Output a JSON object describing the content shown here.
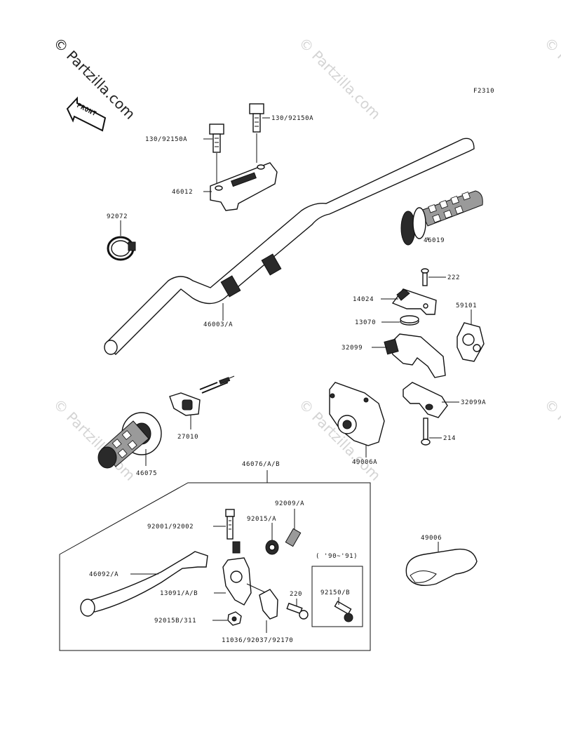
{
  "figure_code": "F2310",
  "watermark_text": "© Partzilla.com",
  "front_arrow_label": "FRONT",
  "labels": {
    "p130_left": "130/92150A",
    "p130_right": "130/92150A",
    "p46012": "46012",
    "p92072": "92072",
    "p46003": "46003/A",
    "p46019": "46019",
    "p222": "222",
    "p14024": "14024",
    "p59101": "59101",
    "p13070": "13070",
    "p32099": "32099",
    "p32099a": "32099A",
    "p214": "214",
    "p49006a": "49006A",
    "p27010": "27010",
    "p46075": "46075",
    "p46076": "46076/A/B",
    "p92009": "92009/A",
    "p92001": "92001/92002",
    "p92015": "92015/A",
    "p46092": "46092/A",
    "p13091": "13091/A/B",
    "p220": "220",
    "p92015b": "92015B/311",
    "p11036": "11036/92037/92170",
    "p92150b": "92150/B",
    "year_range": "( '90~'91)",
    "p49006": "49006"
  }
}
